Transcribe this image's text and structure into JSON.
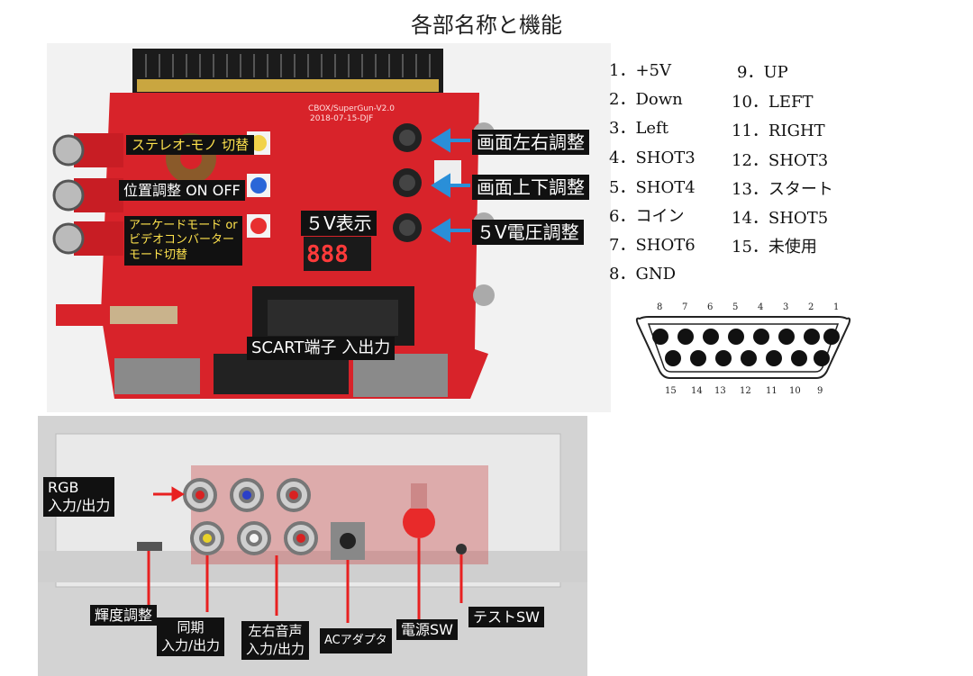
{
  "title": "各部名称と機能",
  "board_labels": {
    "stereo_mono": "ステレオ-モノ 切替",
    "position": "位置調整 ON OFF",
    "arcade_mode_1": "アーケードモード or",
    "arcade_mode_2": "ビデオコンバーター",
    "arcade_mode_3": "モード切替",
    "v5_display": "５V表示",
    "scart": "SCART端子 入出力",
    "h_pos": "画面左右調整",
    "v_pos": "画面上下調整",
    "v5_adjust": "５V電圧調整",
    "board_text": "CBOX/SuperGun-V2.0",
    "board_date": "2018-07-15-DJF",
    "seven_seg": "888"
  },
  "bottom_labels": {
    "rgb_1": "RGB",
    "rgb_2": "入力/出力",
    "brightness": "輝度調整",
    "sync_1": "同期",
    "sync_2": "入力/出力",
    "audio_1": "左右音声",
    "audio_2": "入力/出力",
    "ac": "ACアダプタ",
    "power": "電源SW",
    "test": "テストSW"
  },
  "pins_left": [
    "1．+5V",
    "2．Down",
    "3．Left",
    "4．SHOT3",
    "5．SHOT4",
    "6．コイン",
    "7．SHOT6",
    "8．GND"
  ],
  "pins_right": [
    "9．UP",
    "10．LEFT",
    "11．RIGHT",
    "12．SHOT3",
    "13．スタート",
    "14．SHOT5",
    "15．未使用"
  ],
  "connector": {
    "top_numbers": [
      "8",
      "7",
      "6",
      "5",
      "4",
      "3",
      "2",
      "1"
    ],
    "bottom_numbers": [
      "15",
      "14",
      "13",
      "12",
      "11",
      "10",
      "9"
    ]
  },
  "colors": {
    "board_red": "#d8232a",
    "arrow_blue": "#2a8fd8",
    "label_bg": "#111111"
  }
}
